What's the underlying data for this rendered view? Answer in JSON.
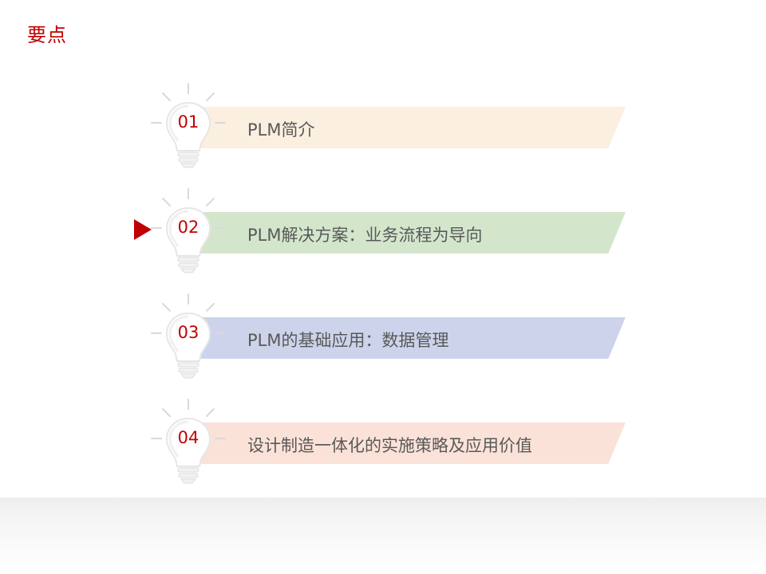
{
  "header": {
    "title": "要点"
  },
  "items": [
    {
      "number": "01",
      "label": "PLM简介",
      "color": "#fbefe0",
      "active": false
    },
    {
      "number": "02",
      "label": "PLM解决方案：业务流程为导向",
      "color": "#d3e6cc",
      "active": true
    },
    {
      "number": "03",
      "label": "PLM的基础应用：数据管理",
      "color": "#cdd3ea",
      "active": false
    },
    {
      "number": "04",
      "label": "设计制造一体化的实施策略及应用价值",
      "color": "#fbe2d8",
      "active": false
    }
  ],
  "colors": {
    "accent": "#c00000",
    "text": "#595959"
  },
  "icons": {
    "bulb": "lightbulb-icon",
    "pointer": "triangle-right-icon"
  }
}
